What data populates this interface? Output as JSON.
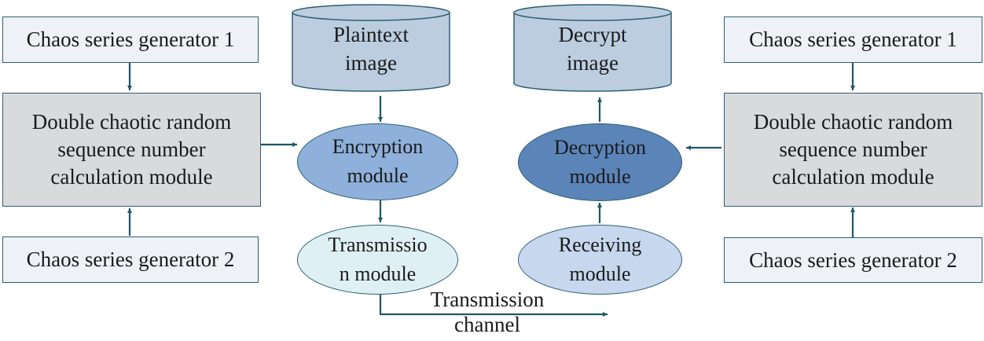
{
  "diagram": {
    "left": {
      "generator1": "Chaos series generator 1",
      "calc_module": "Double chaotic random\nsequence number\ncalculation module",
      "generator2": "Chaos series generator 2"
    },
    "right": {
      "generator1": "Chaos series generator 1",
      "calc_module": "Double chaotic random\nsequence number\ncalculation module",
      "generator2": "Chaos series generator 2"
    },
    "plaintext_image": "Plaintext\nimage",
    "decrypt_image": "Decrypt\nimage",
    "encryption_module": "Encryption\nmodule",
    "decryption_module": "Decryption\nmodule",
    "transmission_module": "Transmissio\nn module",
    "receiving_module": "Receiving\nmodule",
    "channel_label": "Transmission\nchannel"
  },
  "colors": {
    "connector": "#1f5668",
    "generator_fill": "#eef2f7",
    "calc_fill": "#d9dadc",
    "cylinder_fill": "#bccde0",
    "encryption_fill": "#8eb0db",
    "decryption_fill": "#5b84b8",
    "transmission_fill": "#dff0f4",
    "receiving_fill": "#c6d7ee"
  }
}
